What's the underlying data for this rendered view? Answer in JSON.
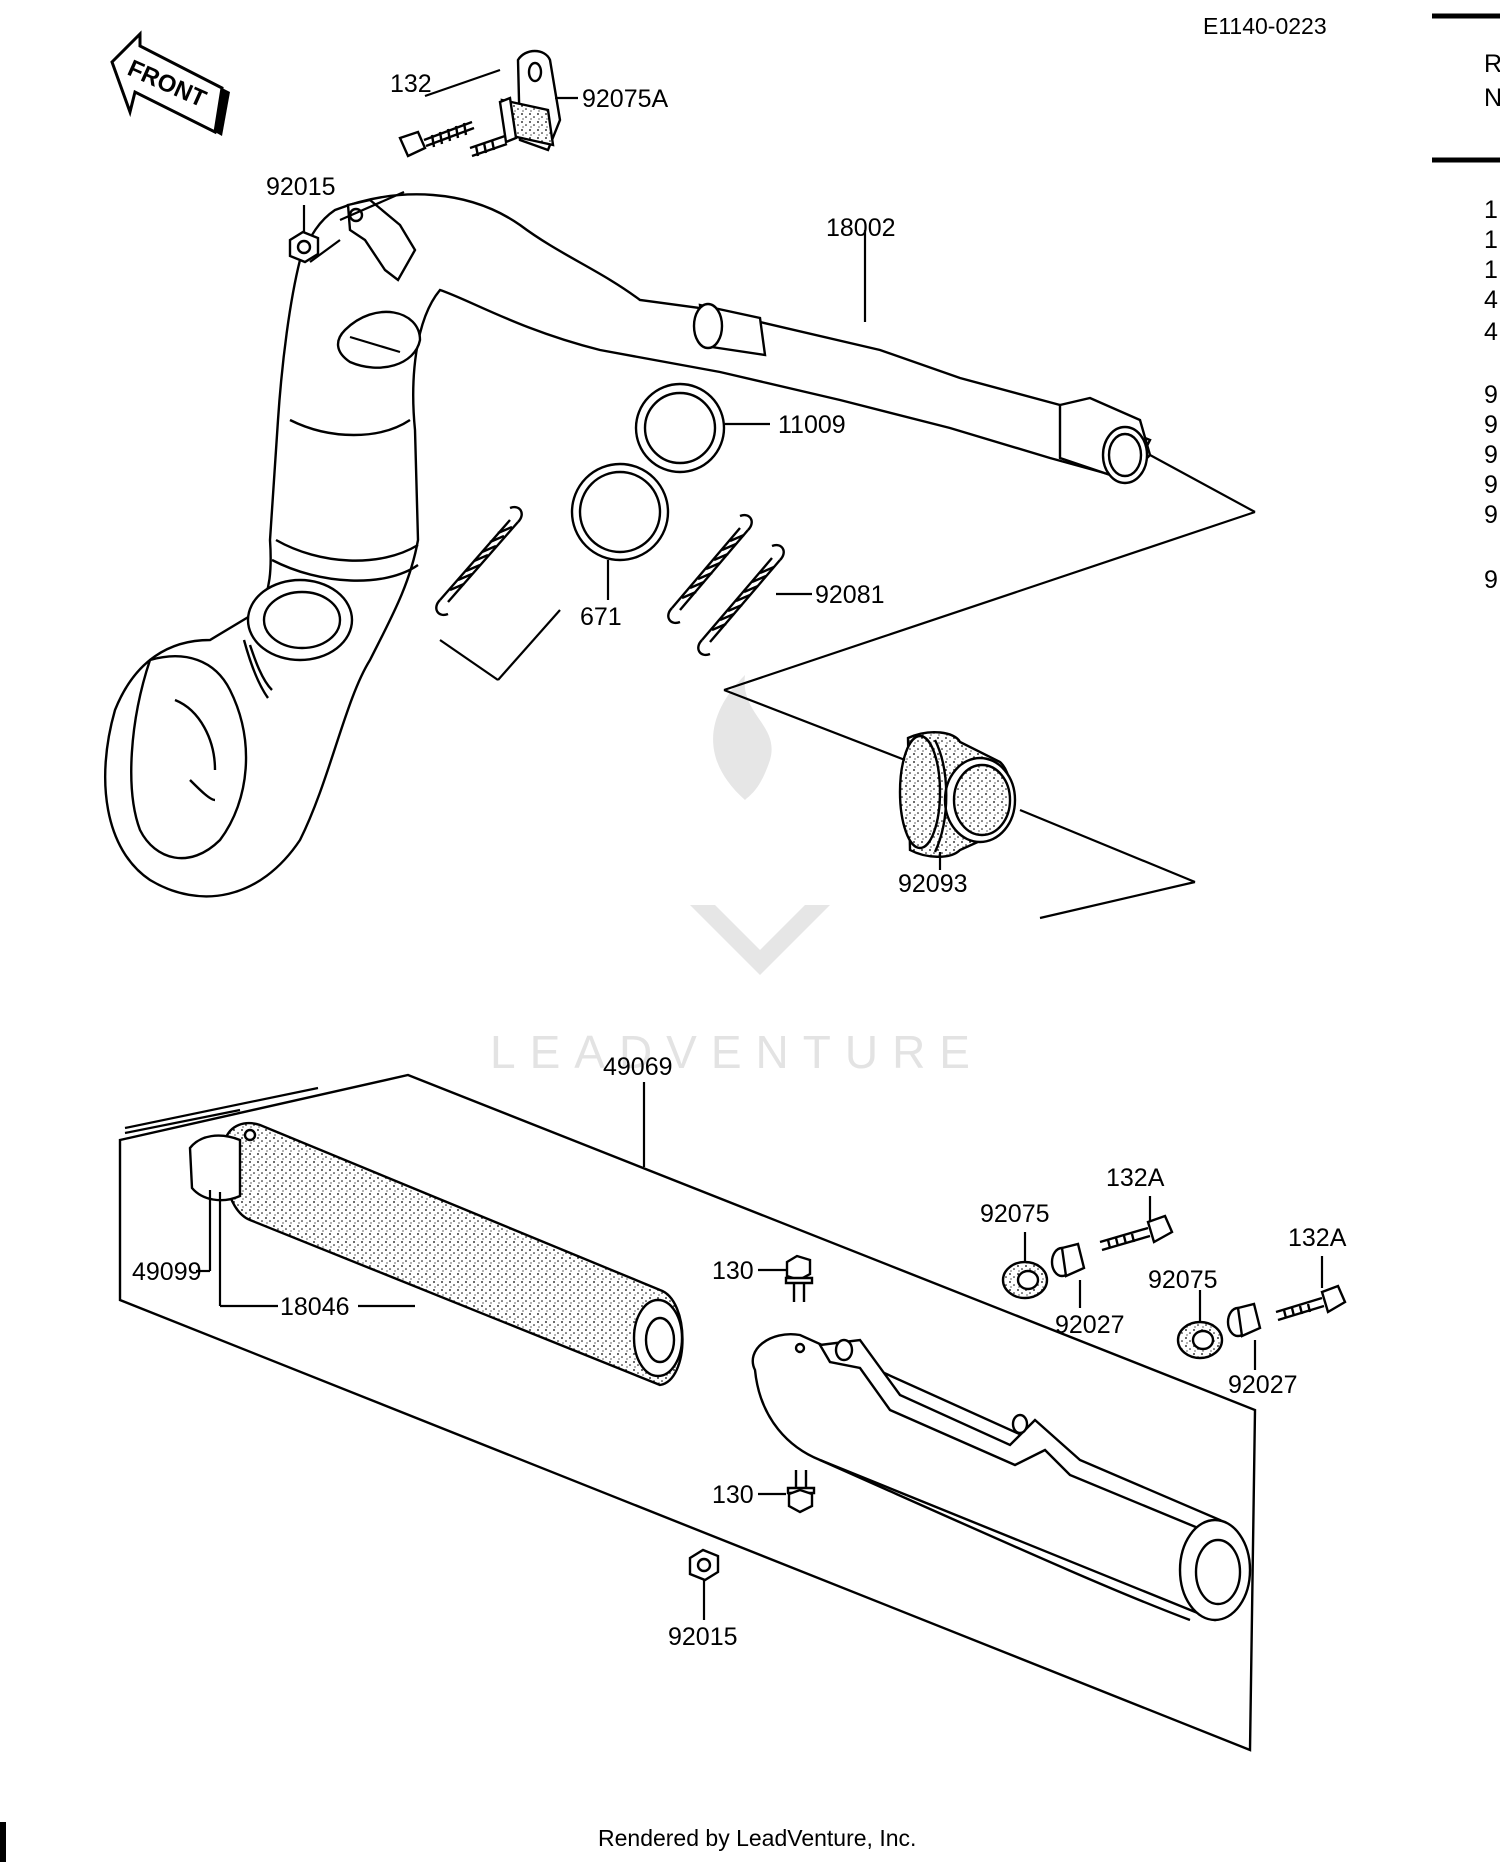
{
  "ref_code": "E1140-0223",
  "front_label": "FRONT",
  "watermark": "LEADVENTURE",
  "credit": "Rendered by LeadVenture, Inc.",
  "side_column_fragments": [
    "R",
    "N",
    "1",
    "1",
    "1",
    "4",
    "4",
    "9",
    "9",
    "9",
    "9",
    "9",
    "9"
  ],
  "callouts": {
    "p132": "132",
    "p92075A": "92075A",
    "p92015_top": "92015",
    "p18002": "18002",
    "p11009": "11009",
    "p671": "671",
    "p92081": "92081",
    "p92093": "92093",
    "p49069": "49069",
    "p49099": "49099",
    "p18046": "18046",
    "p130_top": "130",
    "p130_bottom": "130",
    "p92015_bottom": "92015",
    "p92075_a": "92075",
    "p92027_a": "92027",
    "p132A_a": "132A",
    "p92075_b": "92075",
    "p92027_b": "92027",
    "p132A_b": "132A"
  }
}
